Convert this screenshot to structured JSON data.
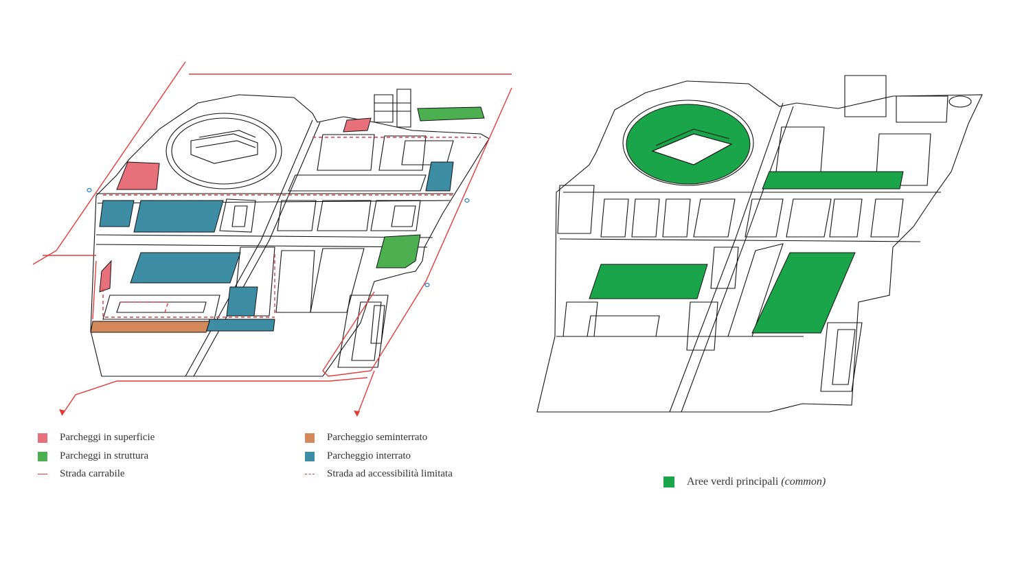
{
  "left_legend": {
    "items": [
      {
        "label": "Parcheggi in superficie",
        "color": "#e8707a",
        "symbol": "square"
      },
      {
        "label": "Parcheggi in struttura",
        "color": "#4cb050",
        "symbol": "square"
      },
      {
        "label": "Strada carrabile",
        "color": "#e33a3a",
        "symbol": "line"
      },
      {
        "label": "Parcheggio seminterrato",
        "color": "#d4895a",
        "symbol": "square"
      },
      {
        "label": "Parcheggio interrato",
        "color": "#3d8ea5",
        "symbol": "square"
      },
      {
        "label": "Strada ad accessibilità limitata",
        "color": "#e33a3a",
        "symbol": "dashed-line"
      }
    ]
  },
  "right_legend": {
    "label": "Aree verdi principali",
    "label_italic": "(common)",
    "color": "#1aa54a"
  },
  "colors": {
    "outline": "#111111",
    "road": "#e33a3a",
    "entry_marker": "#2a7fd4"
  }
}
